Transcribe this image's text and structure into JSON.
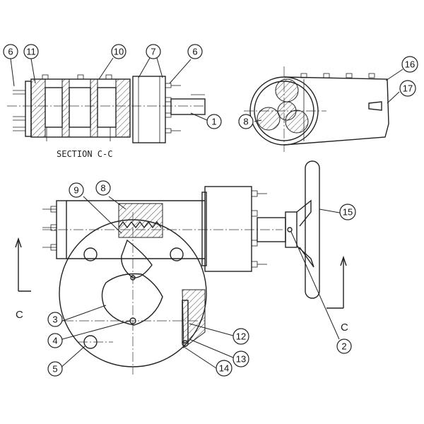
{
  "section_label": "SECTION C-C",
  "section_marker_left": "C",
  "section_marker_right": "C",
  "callouts": [
    {
      "id": "1",
      "label": "1"
    },
    {
      "id": "2",
      "label": "2"
    },
    {
      "id": "3",
      "label": "3"
    },
    {
      "id": "4",
      "label": "4"
    },
    {
      "id": "5",
      "label": "5"
    },
    {
      "id": "6a",
      "label": "6"
    },
    {
      "id": "6b",
      "label": "6"
    },
    {
      "id": "7",
      "label": "7"
    },
    {
      "id": "8a",
      "label": "8"
    },
    {
      "id": "8b",
      "label": "8"
    },
    {
      "id": "9",
      "label": "9"
    },
    {
      "id": "10",
      "label": "10"
    },
    {
      "id": "11",
      "label": "11"
    },
    {
      "id": "12",
      "label": "12"
    },
    {
      "id": "13",
      "label": "13"
    },
    {
      "id": "14",
      "label": "14"
    },
    {
      "id": "15",
      "label": "15"
    },
    {
      "id": "16",
      "label": "16"
    },
    {
      "id": "17",
      "label": "17"
    }
  ]
}
